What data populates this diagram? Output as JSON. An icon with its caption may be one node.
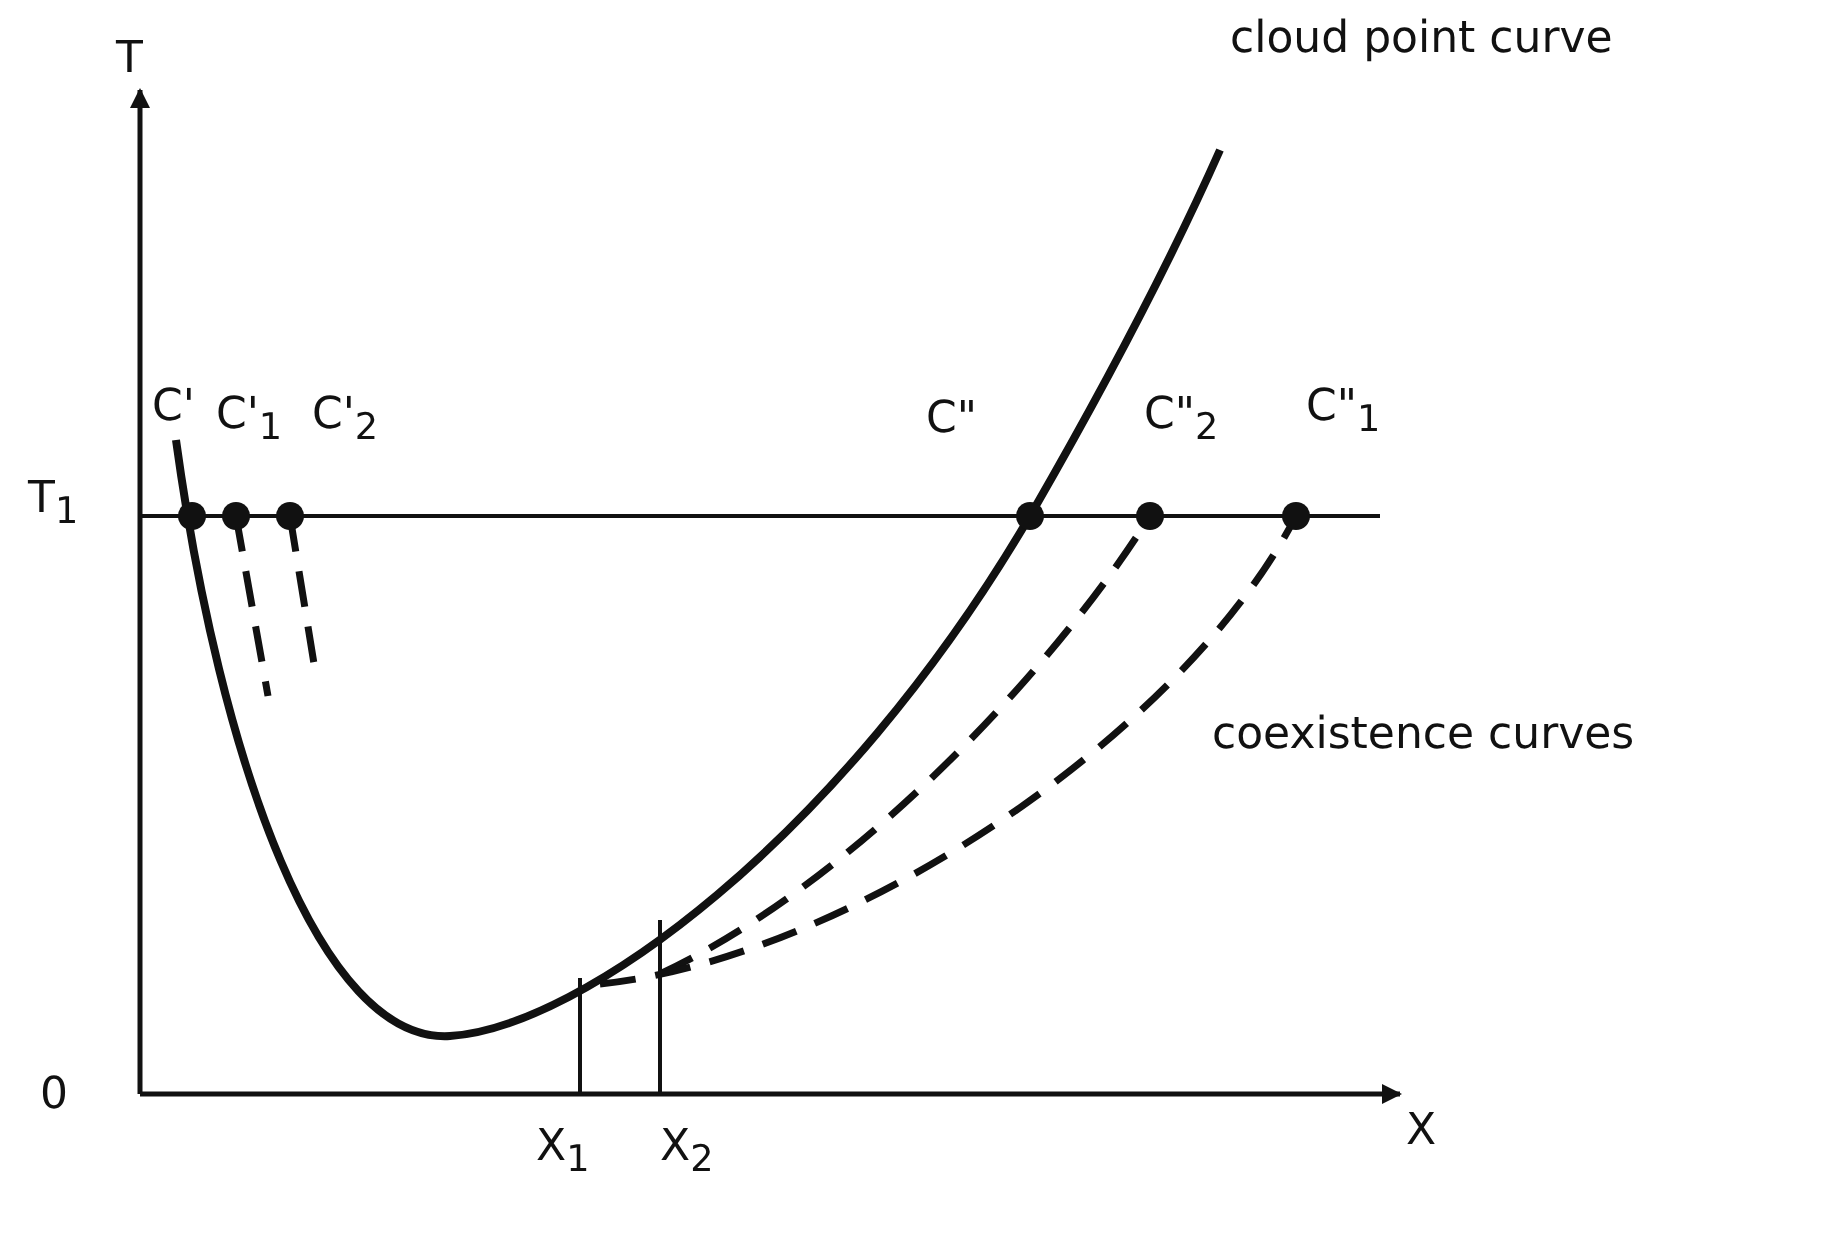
{
  "diagram": {
    "labels": [
      "T",
      "cloud point curve",
      "C'",
      "C'$_{1}$",
      "C'$_{2}$",
      "C\"",
      "C\"$_{2}$",
      "C\"$_{1}$",
      "T$_{1}$",
      "coexistence curves",
      "0",
      "X$_{1}$",
      "X$_{2}$",
      "X"
    ]
  }
}
